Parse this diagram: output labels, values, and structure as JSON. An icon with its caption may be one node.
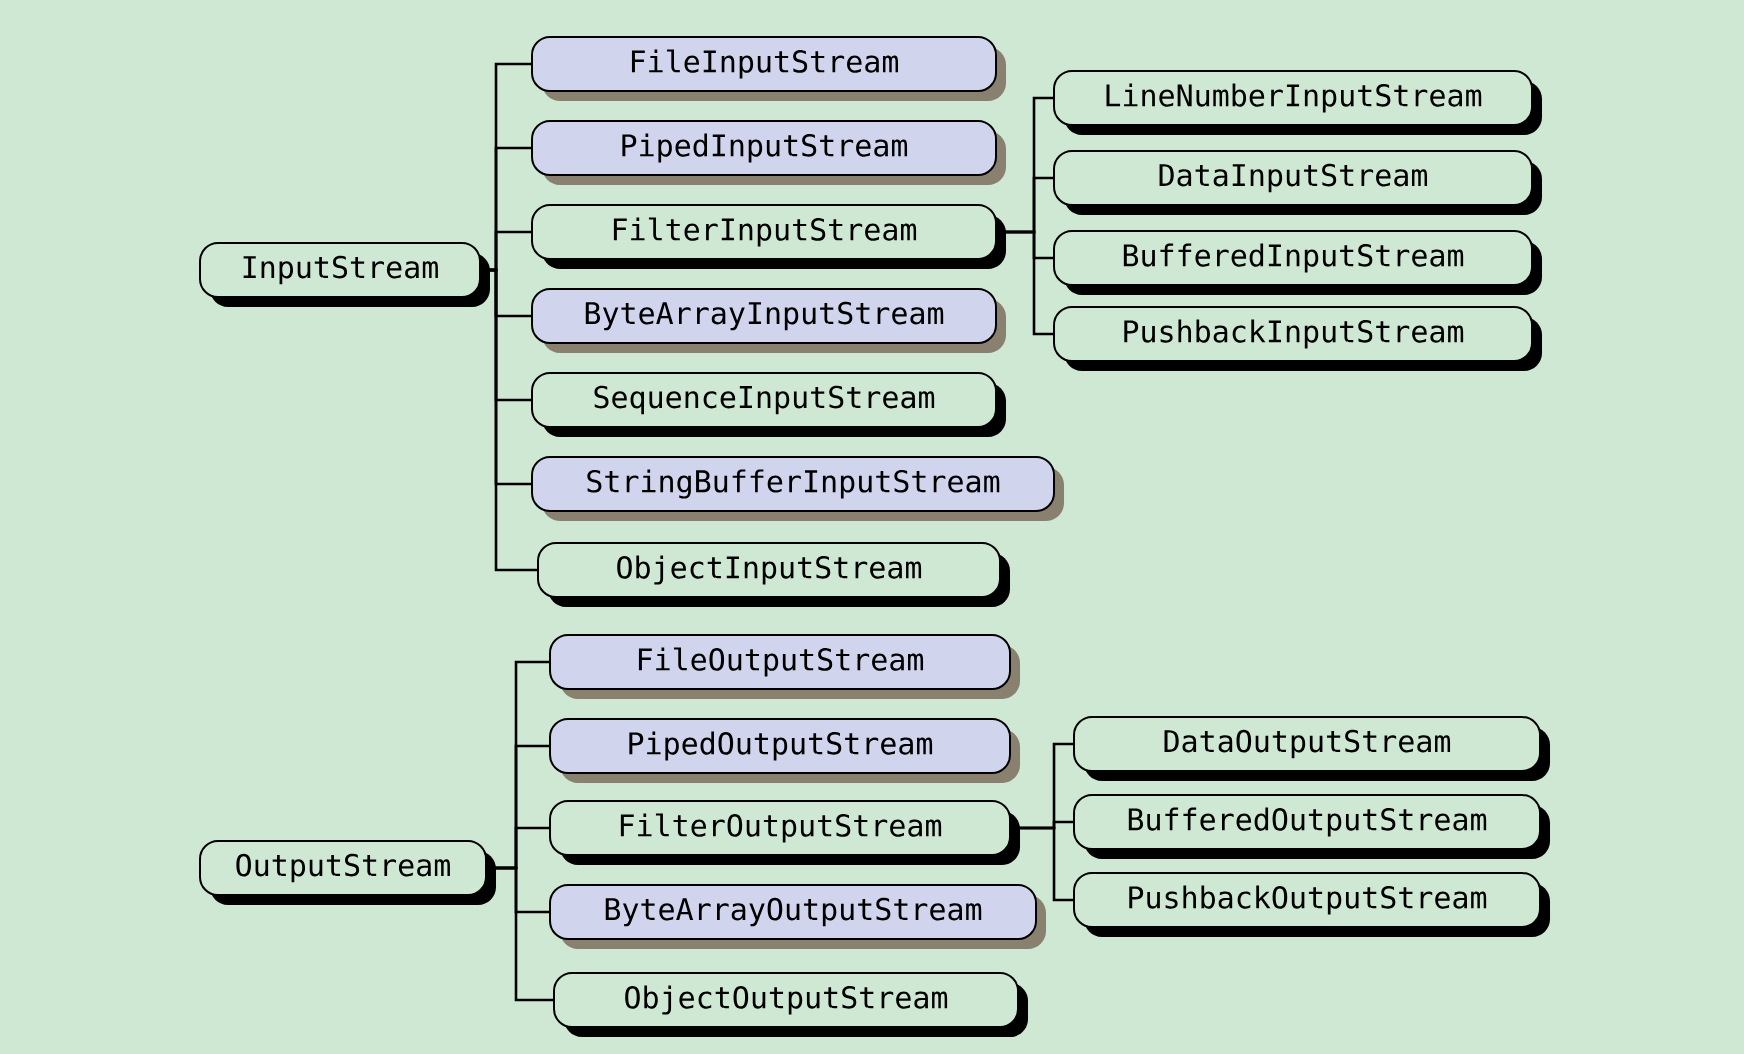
{
  "diagram": {
    "nodes": [
      {
        "text": [
          "InputStream"
        ]
      },
      {
        "text": [
          "FileInputStream"
        ]
      },
      {
        "text": [
          "PipedInputStream"
        ]
      },
      {
        "text": [
          "FilterInputStream"
        ]
      },
      {
        "text": [
          "ByteArrayInputStream"
        ]
      },
      {
        "text": [
          "SequenceInputStream"
        ]
      },
      {
        "text": [
          "StringBufferInputStream"
        ]
      },
      {
        "text": [
          "ObjectInputStream"
        ]
      },
      {
        "text": [
          "LineNumberInputStream"
        ]
      },
      {
        "text": [
          "DataInputStream"
        ]
      },
      {
        "text": [
          "BufferedInputStream"
        ]
      },
      {
        "text": [
          "PushbackInputStream"
        ]
      },
      {
        "text": [
          "OutputStream"
        ]
      },
      {
        "text": [
          "FileOutputStream"
        ]
      },
      {
        "text": [
          "PipedOutputStream"
        ]
      },
      {
        "text": [
          "FilterOutputStream"
        ]
      },
      {
        "text": [
          "ByteArrayOutputStream"
        ]
      },
      {
        "text": [
          "ObjectOutputStream"
        ]
      },
      {
        "text": [
          "DataOutputStream"
        ]
      },
      {
        "text": [
          "BufferedOutputStream"
        ]
      },
      {
        "text": [
          "PushbackOutputStream"
        ]
      }
    ],
    "edges": [
      {
        "from": 0,
        "to": 1,
        "arrow": "none"
      },
      {
        "from": 0,
        "to": 2,
        "arrow": "none"
      },
      {
        "from": 0,
        "to": 3,
        "arrow": "none"
      },
      {
        "from": 0,
        "to": 4,
        "arrow": "none"
      },
      {
        "from": 0,
        "to": 5,
        "arrow": "none"
      },
      {
        "from": 0,
        "to": 6,
        "arrow": "none"
      },
      {
        "from": 0,
        "to": 7,
        "arrow": "none"
      },
      {
        "from": 3,
        "to": 8,
        "arrow": "none"
      },
      {
        "from": 3,
        "to": 9,
        "arrow": "none"
      },
      {
        "from": 3,
        "to": 10,
        "arrow": "none"
      },
      {
        "from": 3,
        "to": 11,
        "arrow": "none"
      },
      {
        "from": 12,
        "to": 13,
        "arrow": "none"
      },
      {
        "from": 12,
        "to": 14,
        "arrow": "none"
      },
      {
        "from": 12,
        "to": 15,
        "arrow": "none"
      },
      {
        "from": 12,
        "to": 16,
        "arrow": "none"
      },
      {
        "from": 12,
        "to": 17,
        "arrow": "none"
      },
      {
        "from": 15,
        "to": 18,
        "arrow": "none"
      },
      {
        "from": 15,
        "to": 19,
        "arrow": "none"
      },
      {
        "from": 15,
        "to": 20,
        "arrow": "none"
      }
    ]
  }
}
